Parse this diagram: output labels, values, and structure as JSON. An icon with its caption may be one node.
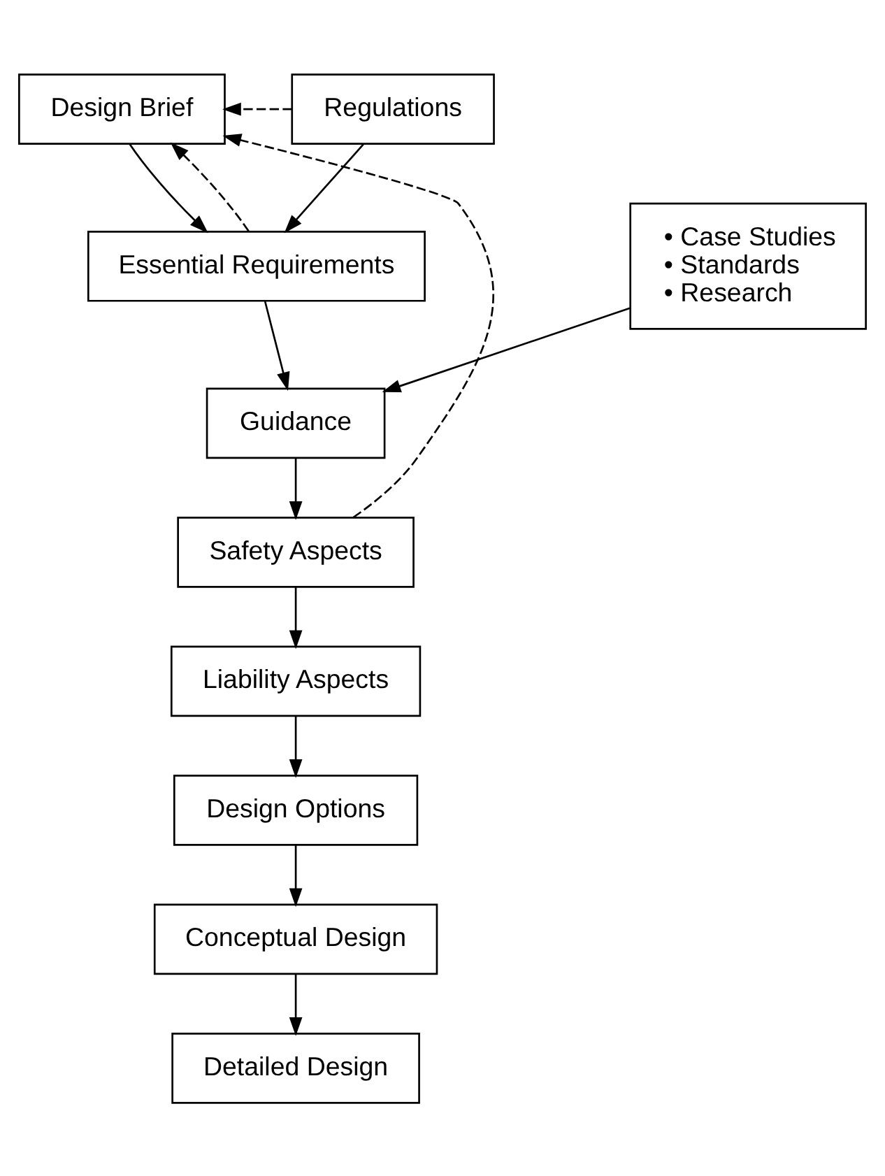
{
  "diagram": {
    "nodes": [
      {
        "text": [
          "Design Brief"
        ]
      },
      {
        "text": [
          "Essential Requirements"
        ]
      },
      {
        "text": [
          "Regulations"
        ]
      },
      {
        "text": [
          "Guidance"
        ]
      },
      {
        "text": [
          "• Case Studies",
          "• Standards",
          "• Research"
        ]
      },
      {
        "text": [
          "Safety Aspects"
        ]
      },
      {
        "text": [
          "Liability Aspects"
        ]
      },
      {
        "text": [
          "Design Options"
        ]
      },
      {
        "text": [
          "Conceptual Design"
        ]
      },
      {
        "text": [
          "Detailed Design"
        ]
      }
    ],
    "edges": [
      {
        "from": 0,
        "to": 1,
        "arrow": "to"
      },
      {
        "from": 2,
        "to": 1,
        "arrow": "to"
      },
      {
        "from": 1,
        "to": 3,
        "arrow": "to"
      },
      {
        "from": 4,
        "to": 3,
        "arrow": "to"
      },
      {
        "from": 3,
        "to": 5,
        "arrow": "to"
      },
      {
        "from": 5,
        "to": 6,
        "arrow": "to"
      },
      {
        "from": 6,
        "to": 7,
        "arrow": "to"
      },
      {
        "from": 7,
        "to": 8,
        "arrow": "to"
      },
      {
        "from": 8,
        "to": 9,
        "arrow": "to"
      },
      {
        "from": 1,
        "to": 0,
        "arrow": "to",
        "style": "dashed"
      },
      {
        "from": 2,
        "to": 0,
        "arrow": "to",
        "style": "dashed"
      },
      {
        "from": 5,
        "to": 0,
        "arrow": "to",
        "style": "dashed"
      }
    ]
  }
}
